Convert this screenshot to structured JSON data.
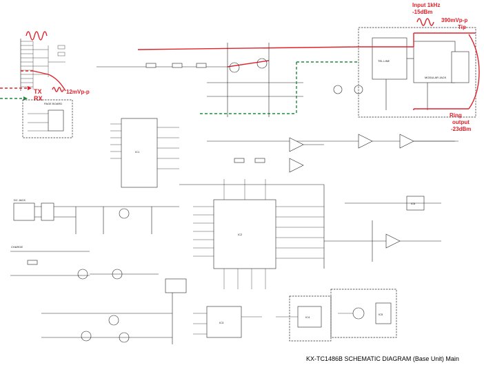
{
  "title": "KX-TC1486B SCHEMATIC DIAGRAM (Base Unit) Main",
  "annotations": {
    "input_line1": "Input 1kHz",
    "input_line2": "-15dBm",
    "input_mv": "390mVp-p",
    "tip": "Tip",
    "ring": "Ring",
    "output_line1": "output",
    "output_line2": "-23dBm",
    "tx": "TX",
    "rx": "RX",
    "tx_mv": "12mVp-p"
  },
  "board_labels": {
    "page_board": "PAGE BOARD",
    "ic1": "IC1",
    "ic2": "IC2",
    "ic3": "IC3",
    "ic4": "IC4",
    "ic5": "IC5",
    "ic6": "IC6",
    "tel_line": "TEL LINE",
    "modular_jack": "MODULAR JACK",
    "charge": "CHARGE",
    "dc_jack": "DC JACK"
  },
  "colors": {
    "signal_red": "#e0202a",
    "signal_green": "#1d8a3c",
    "line": "#222222"
  }
}
